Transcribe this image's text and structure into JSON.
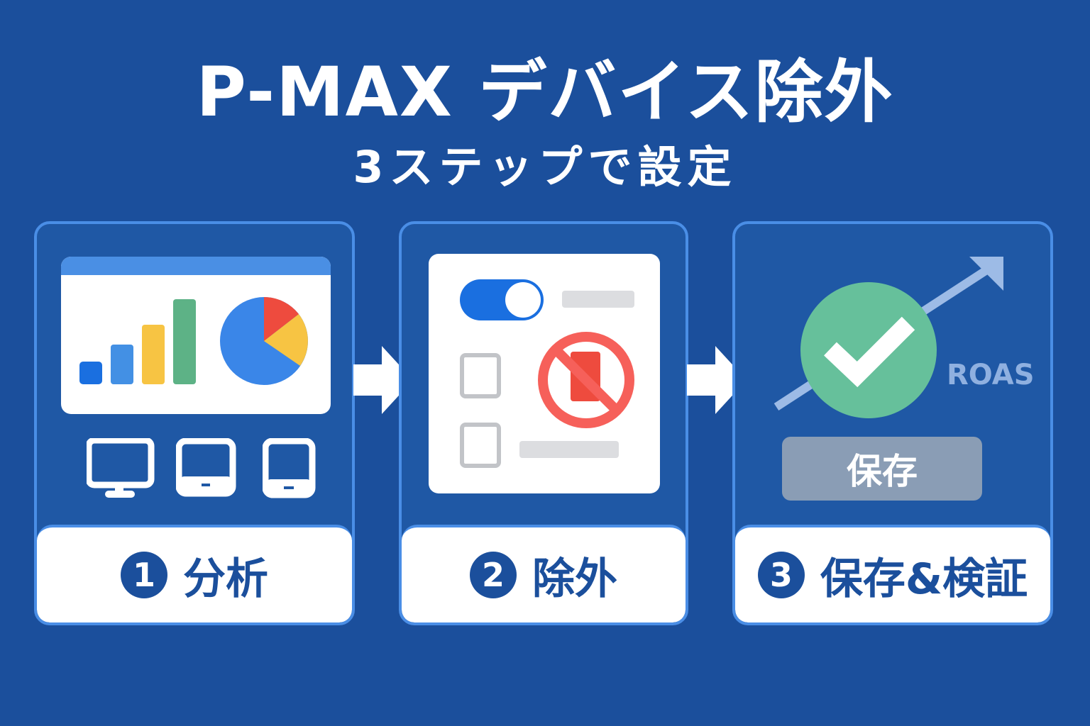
{
  "header": {
    "title": "P-MAX デバイス除外",
    "subtitle": "3ステップで設定"
  },
  "steps": [
    {
      "number": "1",
      "label": "分析",
      "illustration": "dashboard-with-bar-and-pie-chart, device-icons: desktop, tablet, tablet-portrait"
    },
    {
      "number": "2",
      "label": "除外",
      "illustration": "settings-panel with toggle-on, 2 checkboxes, mobile-prohibited icon"
    },
    {
      "number": "3",
      "label": "保存&検証",
      "illustration": "green check circle over rising arrow",
      "roas_label": "ROAS",
      "save_button": "保存"
    }
  ],
  "colors": {
    "background": "#1b4f9c",
    "card_border": "#4a8ee6",
    "bar_blue_dark": "#1a6fe0",
    "bar_blue": "#4390e4",
    "bar_yellow": "#f7c443",
    "bar_green": "#5db286",
    "pie_blue": "#3a86e8",
    "pie_red": "#ee4b3e",
    "pie_yellow": "#f7c443",
    "prohibit_red": "#f6605a",
    "check_green": "#66c09b",
    "save_gray": "#8a9db5"
  }
}
